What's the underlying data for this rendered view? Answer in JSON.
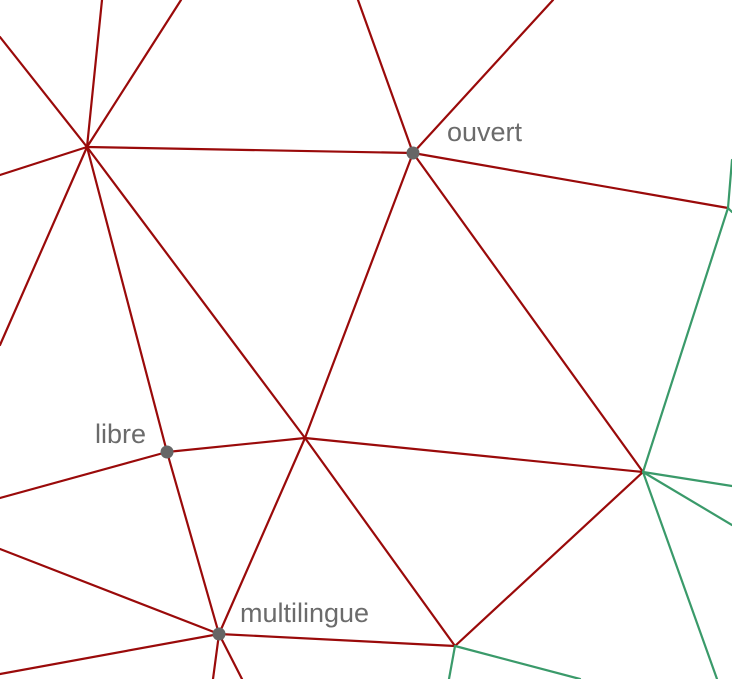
{
  "diagram": {
    "type": "word-graph",
    "colors": {
      "background": "#ffffff",
      "primary_edges": "#9a0a0a",
      "secondary_edges": "#3a9a6a",
      "node_fill": "#666666",
      "label_text": "#6b6b6b"
    },
    "labeled_nodes": [
      {
        "id": "ouvert",
        "label": "ouvert"
      },
      {
        "id": "libre",
        "label": "libre"
      },
      {
        "id": "multilingue",
        "label": "multilingue"
      }
    ]
  }
}
